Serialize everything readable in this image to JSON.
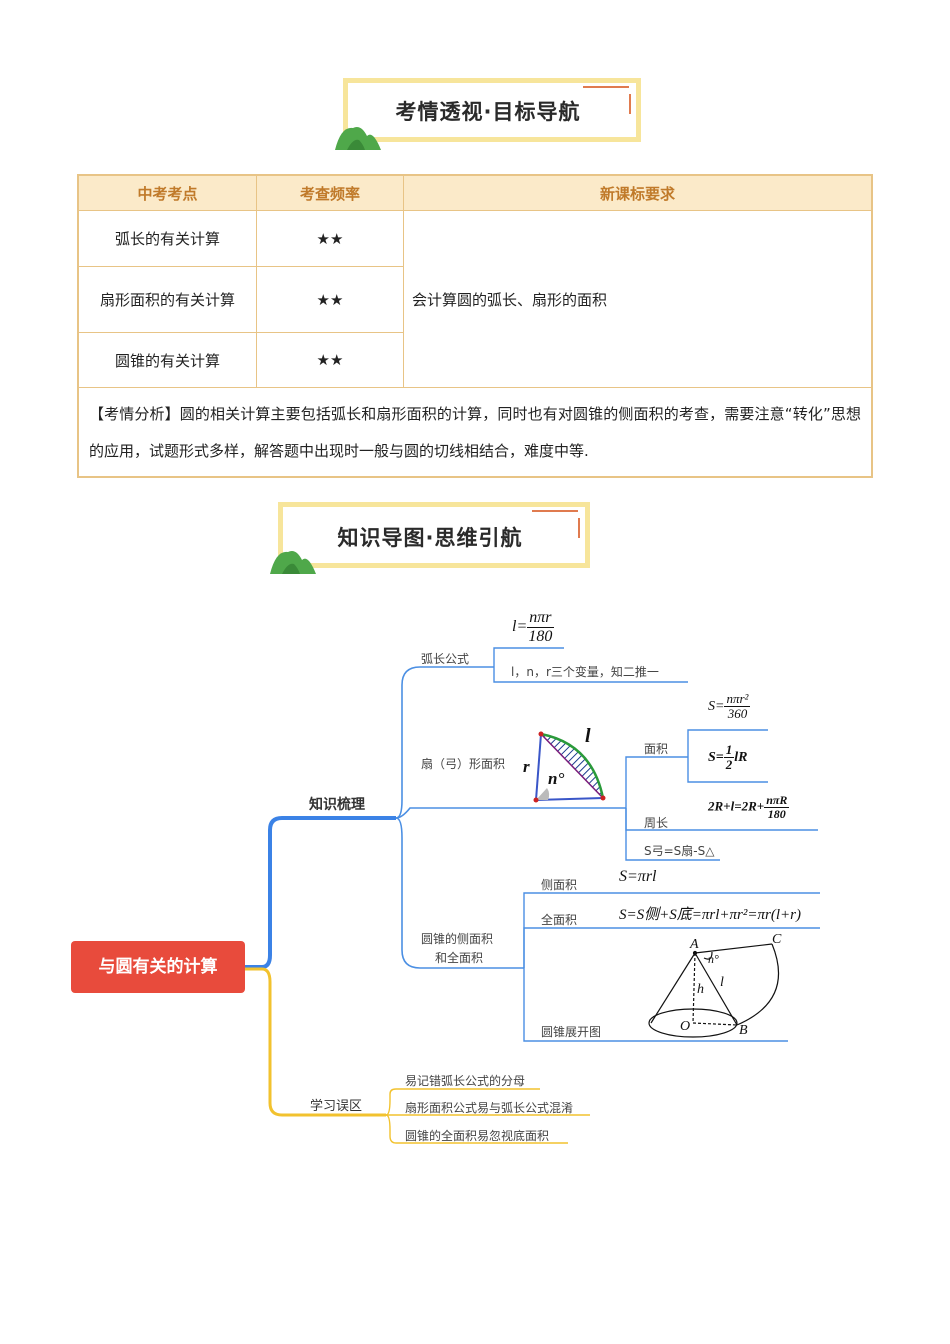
{
  "banner1": {
    "title": "考情透视·目标导航"
  },
  "table": {
    "headers": [
      "中考考点",
      "考查频率",
      "新课标要求"
    ],
    "rows": [
      {
        "topic": "弧长的有关计算",
        "freq": "★★"
      },
      {
        "topic": "扇形面积的有关计算",
        "freq": "★★"
      },
      {
        "topic": "圆锥的有关计算",
        "freq": "★★"
      }
    ],
    "requirement": "会计算圆的弧长、扇形的面积",
    "analysis": "【考情分析】圆的相关计算主要包括弧长和扇形面积的计算，同时也有对圆锥的侧面积的考查，需要注意“转化”思想的应用，试题形式多样，解答题中出现时一般与圆的切线相结合，难度中等."
  },
  "banner2": {
    "title": "知识导图·思维引航"
  },
  "mindmap": {
    "root": "与圆有关的计算",
    "branch_knowledge": "知识梳理",
    "branch_mistakes": "学习误区",
    "arc_length": {
      "label": "弧长公式",
      "formula_lhs": "l=",
      "formula_num": "nπr",
      "formula_den": "180",
      "note": "l，n，r三个变量，知二推一"
    },
    "sector": {
      "label": "扇（弓）形面积",
      "fig_l": "l",
      "fig_r": "r",
      "fig_n": "n°",
      "area_label": "面积",
      "area_f1_lhs": "S=",
      "area_f1_num": "nπr²",
      "area_f1_den": "360",
      "area_f2_lhs": "S=",
      "area_f2_num": "1",
      "area_f2_den": "2",
      "area_f2_rhs": "lR",
      "perimeter_label": "周长",
      "perimeter_lhs": "2R+l=2R+",
      "perimeter_num": "nπR",
      "perimeter_den": "180",
      "segment_area": "S弓=S扇-S△"
    },
    "cone": {
      "label_line1": "圆锥的侧面积",
      "label_line2": "和全面积",
      "lateral_label": "侧面积",
      "lateral_formula": "S=πrl",
      "total_label": "全面积",
      "total_formula": "S=S侧+S底=πrl+πr²=πr(l+r)",
      "development_label": "圆锥展开图",
      "fig_A": "A",
      "fig_C": "C",
      "fig_n": "n°",
      "fig_h": "h",
      "fig_l": "l",
      "fig_O": "O",
      "fig_B": "B"
    },
    "mistakes": [
      "易记错弧长公式的分母",
      "扇形面积公式易与弧长公式混淆",
      "圆锥的全面积易忽视底面积"
    ]
  }
}
